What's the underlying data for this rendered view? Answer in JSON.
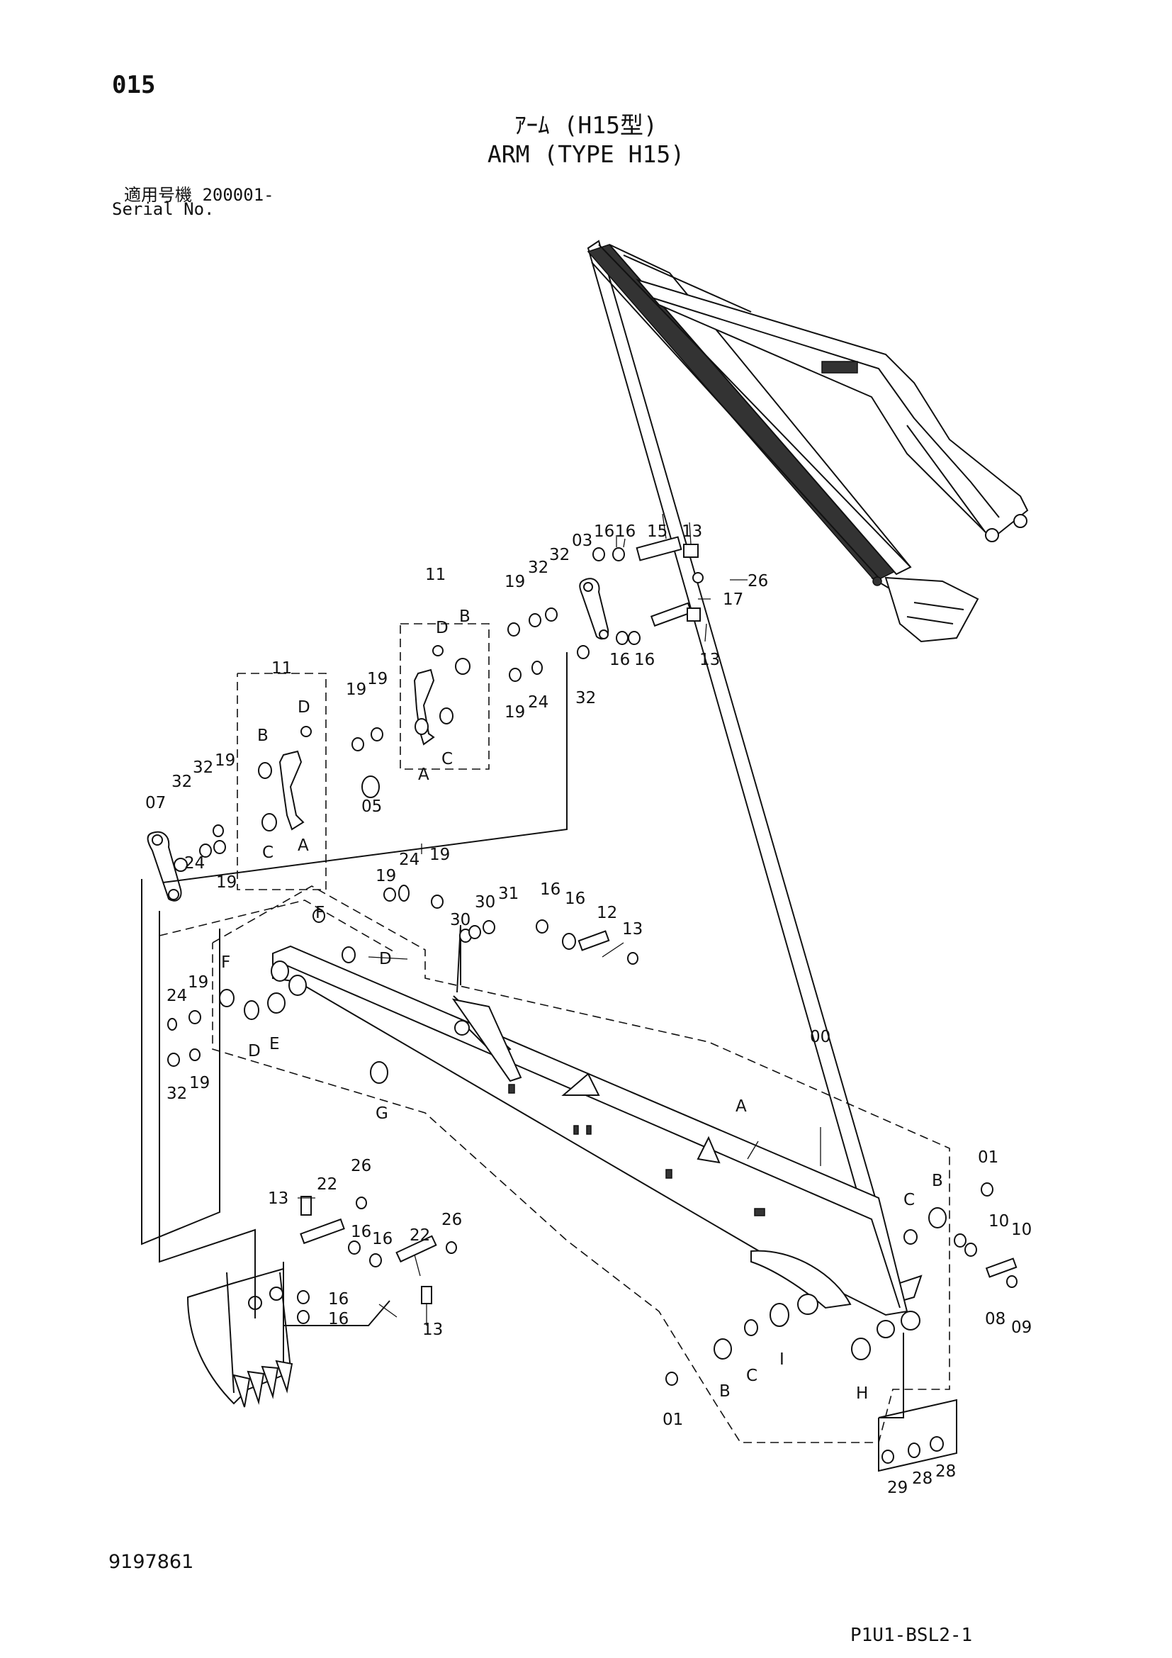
{
  "header": {
    "page_number": "015",
    "title_jp": "ｱｰﾑ (H15型)",
    "title_en": "ARM (TYPE H15)",
    "serial_label_jp": "適用号機  200001-",
    "serial_label_en": "Serial No."
  },
  "footer": {
    "document_number": "9197861",
    "sheet_code": "P1U1-BSL2-1"
  },
  "callouts": {
    "c00": "00",
    "c01": "01",
    "c03": "03",
    "c05": "05",
    "c07": "07",
    "c08": "08",
    "c09": "09",
    "c10": "10",
    "c11": "11",
    "c12": "12",
    "c13": "13",
    "c15": "15",
    "c16": "16",
    "c17": "17",
    "c19": "19",
    "c22": "22",
    "c24": "24",
    "c26": "26",
    "c28": "28",
    "c29": "29",
    "c30": "30",
    "c31": "31",
    "c32": "32",
    "A": "A",
    "B": "B",
    "C": "C",
    "D": "D",
    "E": "E",
    "F": "F",
    "G": "G",
    "H": "H",
    "I": "I"
  }
}
